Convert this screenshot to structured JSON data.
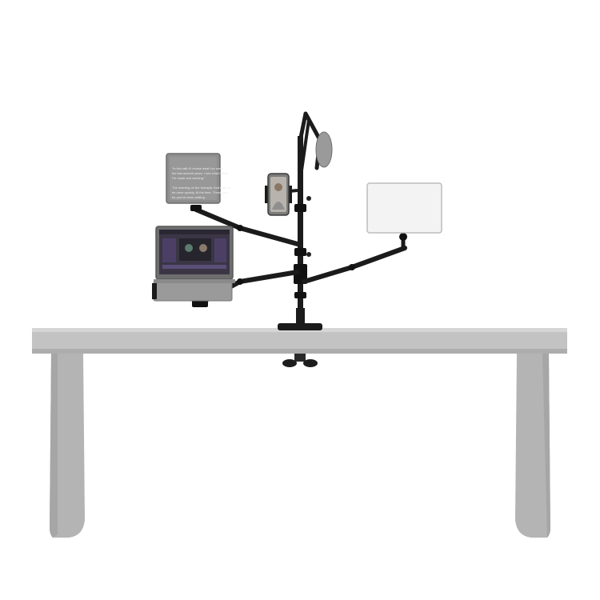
{
  "scene": {
    "subject": "multi-arm desk mount stand",
    "teleprompter": {
      "lines": [
        "\"In this talk I'll review what I've seen",
        "the last several years. I see what I think",
        "I'm made and working.\"",
        "",
        "The meeting on the fortnight, that's got to",
        "be done quickly. At the time. Thank you",
        "for you've been waiting."
      ]
    },
    "colors": {
      "background": "#ffffff",
      "desk": "#b9b9b9",
      "desk_top": "#c4c4c4",
      "desk_leg": "#b3b3b3",
      "stand": "#1b1b1b",
      "light_panel": "#f2f2f2"
    }
  }
}
